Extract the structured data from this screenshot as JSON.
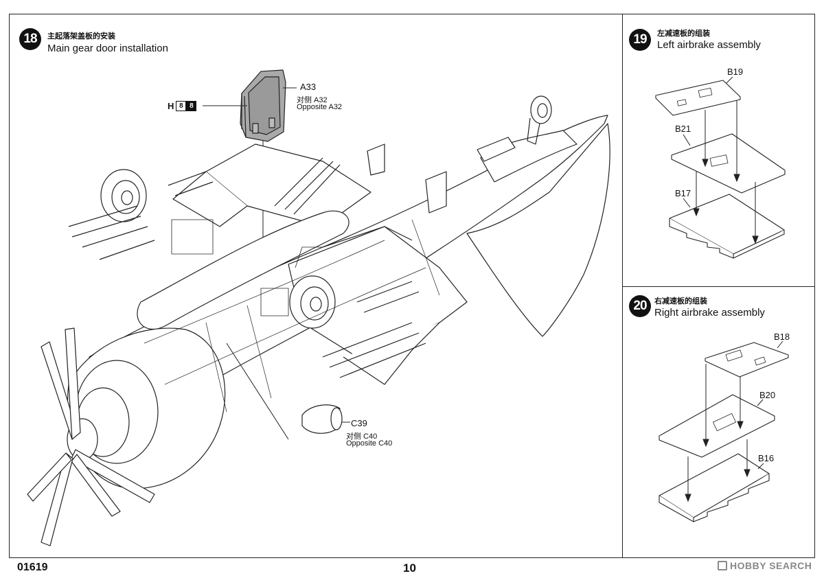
{
  "steps": [
    {
      "number": "18",
      "title_cn": "主起落架盖板的安装",
      "title_en": "Main gear door installation"
    },
    {
      "number": "19",
      "title_cn": "左减速板的组装",
      "title_en": "Left airbrake assembly"
    },
    {
      "number": "20",
      "title_cn": "右减速板的组装",
      "title_en": "Right airbrake assembly"
    }
  ],
  "step18_parts": {
    "a33": "A33",
    "a33_opp_cn": "对侧 A32",
    "a33_opp_en": "Opposite A32",
    "c39": "C39",
    "c39_opp_cn": "对侧 C40",
    "c39_opp_en": "Opposite C40",
    "paint_code_letter": "H",
    "paint_code_a": "8",
    "paint_code_b": "8"
  },
  "step19_parts": {
    "top": "B19",
    "middle": "B21",
    "bottom": "B17"
  },
  "step20_parts": {
    "top": "B18",
    "middle": "B20",
    "bottom": "B16"
  },
  "footer": {
    "kit_number": "01619",
    "page_number": "10",
    "watermark": "HOBBY SEARCH"
  }
}
